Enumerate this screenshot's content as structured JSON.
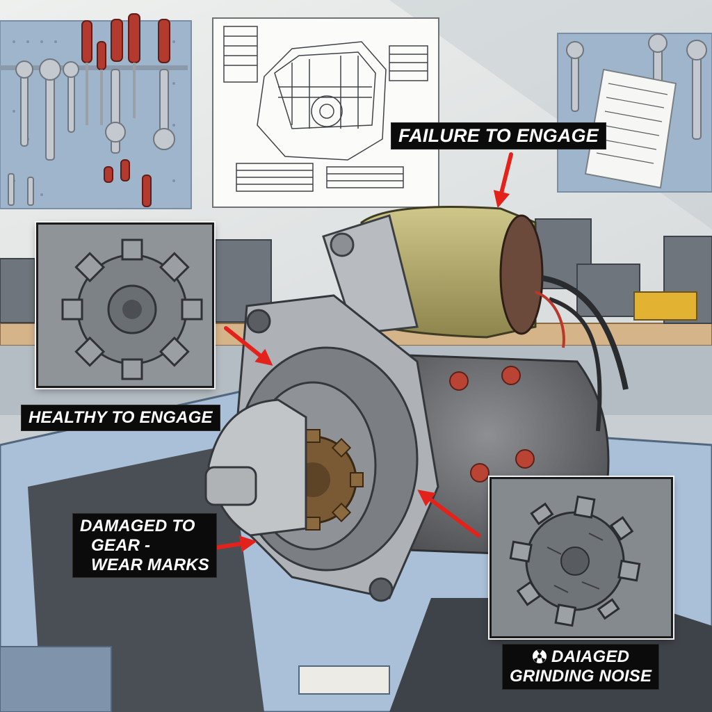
{
  "labels": {
    "failure": "FAILURE TO ENGAGE",
    "healthy": "HEALTHY TO  ENGAGE",
    "damaged_line1": "DAMAGED TO",
    "damaged_line2": "GEAR -",
    "damaged_line3": "WEAR MARKS",
    "grinding_line1": "DAIAGED",
    "grinding_line2": "GRINDING NOISE"
  },
  "icons": {
    "grinding_label_icon": "hazard-icon"
  },
  "colors": {
    "label_background": "#0b0b0b",
    "label_text": "#ffffff",
    "arrow": "#e3231b",
    "pegboard": "#9fb5cc",
    "solenoid": "#b9b070",
    "car_frame": "#a9c0d8"
  }
}
